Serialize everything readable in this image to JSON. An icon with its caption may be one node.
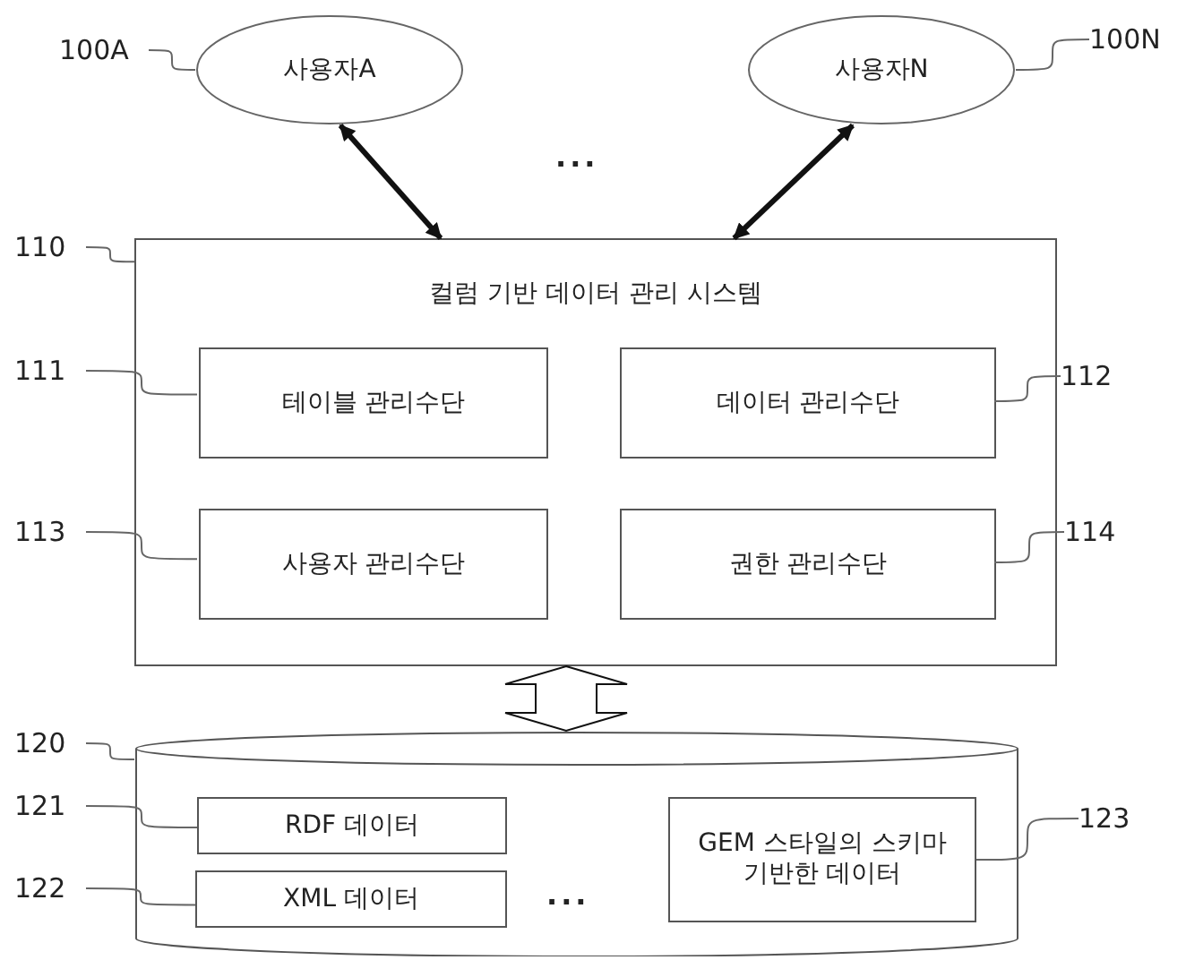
{
  "diagram": {
    "nodes": [
      {
        "text": [
          "사용자A"
        ]
      },
      {
        "text": [
          "사용자N"
        ]
      },
      {
        "text": [
          "컬럼 기반 데이터 관리 시스템"
        ]
      },
      {
        "text": [
          "테이블 관리수단"
        ],
        "in": 2
      },
      {
        "text": [
          "데이터 관리수단"
        ],
        "in": 2
      },
      {
        "text": [
          "사용자 관리수단"
        ],
        "in": 2
      },
      {
        "text": [
          "권한 관리수단"
        ],
        "in": 2
      },
      {
        "text": [],
        "shape": "cylinder"
      },
      {
        "text": [
          "RDF 데이터"
        ],
        "in": 7
      },
      {
        "text": [
          "XML 데이터"
        ],
        "in": 7
      },
      {
        "text": [
          "GEM 스타일의 스키마 기반한 데이터"
        ],
        "in": 7
      },
      {
        "text": [
          "100A"
        ]
      },
      {
        "text": [
          "100N"
        ]
      },
      {
        "text": [
          "110"
        ]
      },
      {
        "text": [
          "111"
        ]
      },
      {
        "text": [
          "112"
        ]
      },
      {
        "text": [
          "113"
        ]
      },
      {
        "text": [
          "114"
        ]
      },
      {
        "text": [
          "120"
        ]
      },
      {
        "text": [
          "121"
        ]
      },
      {
        "text": [
          "122"
        ]
      },
      {
        "text": [
          "123"
        ]
      }
    ],
    "edges": [
      {
        "from": 0,
        "to": 2,
        "arrow": "both",
        "style": "thick"
      },
      {
        "from": 1,
        "to": 2,
        "arrow": "both",
        "style": "thick"
      },
      {
        "from": 2,
        "to": 7,
        "arrow": "both"
      },
      {
        "from": 11,
        "to": 0,
        "arrow": "none"
      },
      {
        "from": 12,
        "to": 1,
        "arrow": "none"
      },
      {
        "from": 13,
        "to": 2,
        "arrow": "none"
      },
      {
        "from": 14,
        "to": 3,
        "arrow": "none"
      },
      {
        "from": 15,
        "to": 4,
        "arrow": "none"
      },
      {
        "from": 16,
        "to": 5,
        "arrow": "none"
      },
      {
        "from": 17,
        "to": 6,
        "arrow": "none"
      },
      {
        "from": 18,
        "to": 7,
        "arrow": "none"
      },
      {
        "from": 19,
        "to": 8,
        "arrow": "none"
      },
      {
        "from": 20,
        "to": 9,
        "arrow": "none"
      },
      {
        "from": 21,
        "to": 10,
        "arrow": "none"
      }
    ],
    "labels": [
      "...",
      "..."
    ]
  }
}
